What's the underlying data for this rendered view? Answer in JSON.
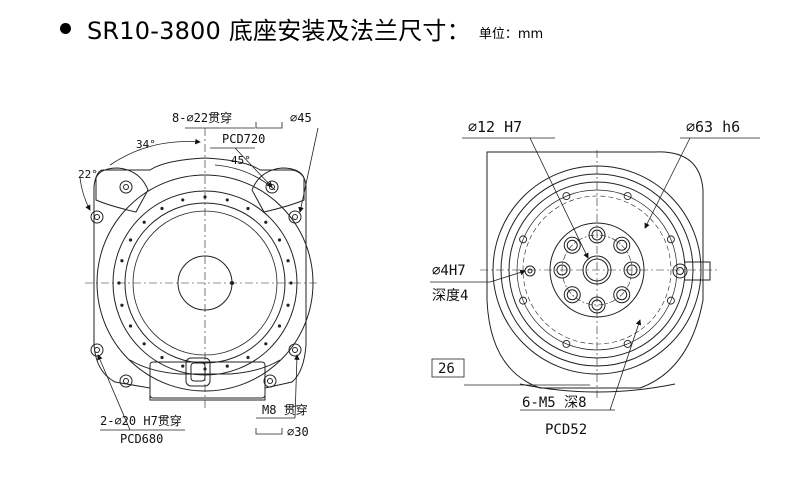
{
  "heading": {
    "title": "SR10-3800 底座安装及法兰尺寸：",
    "unit": "单位：mm"
  },
  "base_view": {
    "holes_through": "8-∅22贯穿",
    "callout_45": "∅45",
    "pcd720": "PCD720",
    "angle_34": "34°",
    "angle_22": "22°",
    "angle_45": "45°",
    "pin_holes": "2-∅20 H7贯穿",
    "pcd680": "PCD680",
    "m8_through": "M8 贯穿",
    "callout_30": "∅30"
  },
  "flange_view": {
    "bore_12": "∅12 H7",
    "shaft_63": "∅63 h6",
    "pin_4": "∅4H7",
    "depth_4": "深度4",
    "dim_26": "26",
    "tapped_holes": "6-M5 深8",
    "pcd52": "PCD52"
  }
}
